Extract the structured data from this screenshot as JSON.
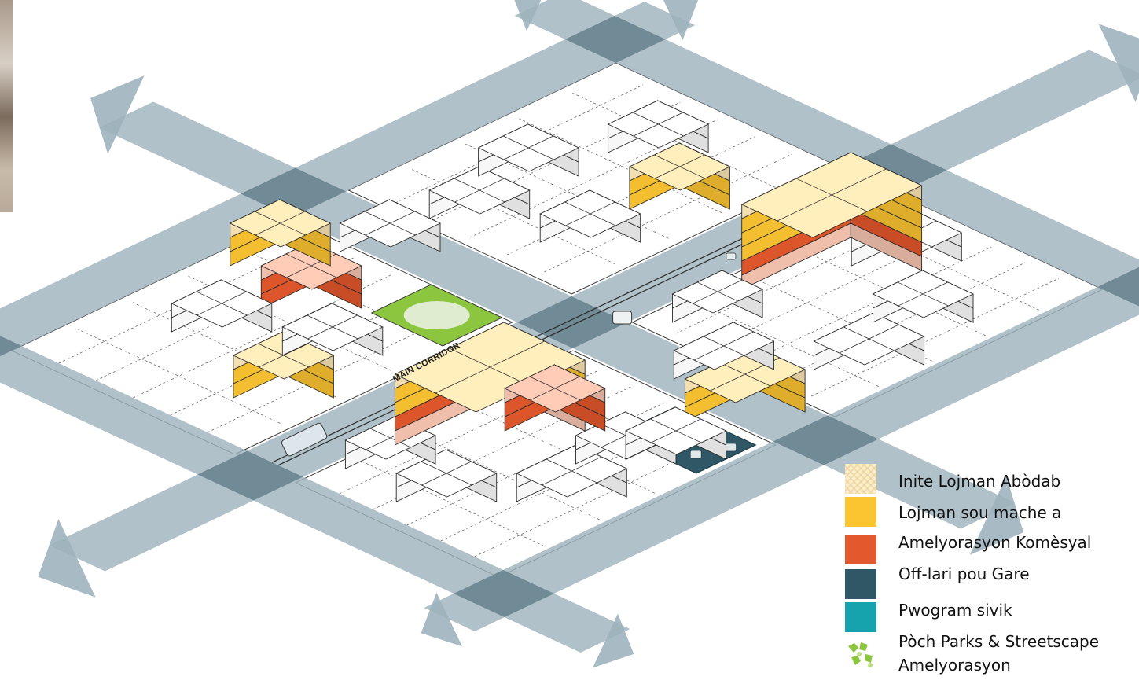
{
  "diagram": {
    "corridor_label": "MAIN CORRIDOR"
  },
  "legend": {
    "items": [
      {
        "id": "affordable",
        "label": "Inite Lojman Abòdab",
        "color": "#fbefd2"
      },
      {
        "id": "market",
        "label": "Lojman sou mache a",
        "color": "#fbc531"
      },
      {
        "id": "commercial",
        "label": "Amelyorasyon Komèsyal",
        "color": "#e3582c"
      },
      {
        "id": "parking",
        "label": "Off-lari pou Gare",
        "color": "#2f5766"
      },
      {
        "id": "civic",
        "label": "Pwogram sivik",
        "color": "#16a3ae"
      },
      {
        "id": "parks",
        "label": "Pòch Parks & Streetscape",
        "label2": "Amelyorasyon",
        "color": "#8cc63f"
      }
    ]
  },
  "colors": {
    "street": "#9fb3bd",
    "intersection": "#5f7b88",
    "outline": "#333333"
  }
}
